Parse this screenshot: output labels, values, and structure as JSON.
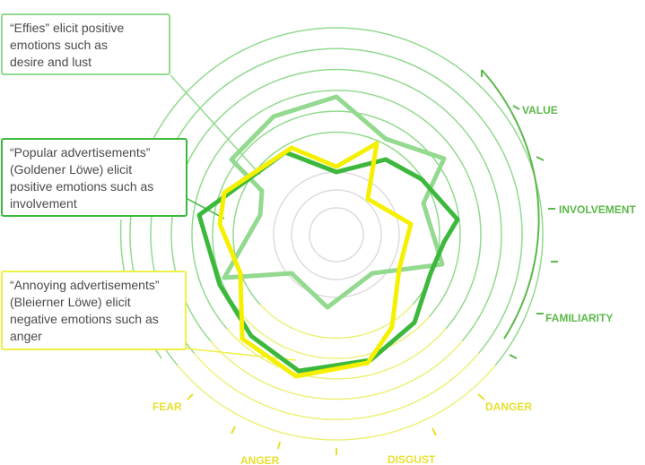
{
  "callouts": {
    "effies": "“Effies” elicit positive\nemotions such as\ndesire and lust",
    "popular": "“Popular advertisements”\n(Goldener Löwe) elicit\npositive emotions such as\ninvolvement",
    "annoying": "“Annoying advertisements”\n(Bleierner Löwe) elicit\nnegative emotions such as\nanger"
  },
  "axis_labels": {
    "value": "VALUE",
    "involvement": "INVOLVEMENT",
    "familiarity": "FAMILIARITY",
    "danger": "DANGER",
    "disgust": "DISGUST",
    "anger": "ANGER",
    "fear": "FEAR"
  },
  "colors": {
    "positive_axis": "#5cb84a",
    "negative_axis": "#e8e030",
    "effies": "#93d98f",
    "popular": "#3cb93c",
    "annoying": "#f5f000",
    "positive_ring": "#93d98f",
    "negative_ring": "#eef07a",
    "inner_ring": "#dcdcdc"
  }
}
